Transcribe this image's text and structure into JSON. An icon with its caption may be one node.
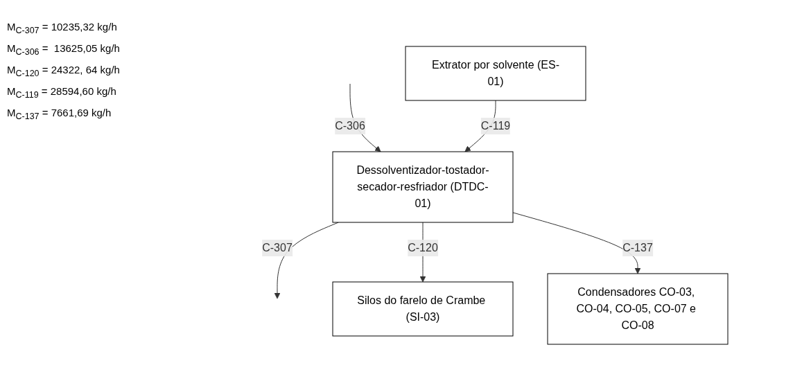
{
  "diagram": {
    "nodes": [
      {
        "text": [
          "Silos do farelo de Crambe (SI-03)"
        ]
      },
      {
        "text": [
          "Dessolventizador-tostador-secador-resfriador (DTDC-01)"
        ]
      },
      {
        "text": [
          "Extrator por solvente (ES-01)"
        ]
      },
      {
        "text": [
          "Condensadores CO-03, CO-04, CO-05, CO-07 e CO-08"
        ]
      }
    ],
    "edges": [
      {
        "from": 1,
        "to": null,
        "arrow": "to",
        "label": "C-307"
      },
      {
        "from": null,
        "to": 1,
        "arrow": "to",
        "label": "C-306"
      },
      {
        "from": 1,
        "to": 0,
        "arrow": "to",
        "label": "C-120"
      },
      {
        "from": 2,
        "to": 1,
        "arrow": "to",
        "label": "C-119"
      },
      {
        "from": 1,
        "to": 3,
        "arrow": "to",
        "label": "C-137"
      }
    ],
    "labels": [
      "M$_{C-307}$ = 10235,32 kg/h",
      "M$_{C-306}$ =  13625,05 kg/h",
      "M$_{C-120}$ = 24322, 64 kg/h",
      "M$_{C-119}$ = 28594,60 kg/h",
      "M$_{C-137}$ = 7661,69 kg/h"
    ]
  }
}
